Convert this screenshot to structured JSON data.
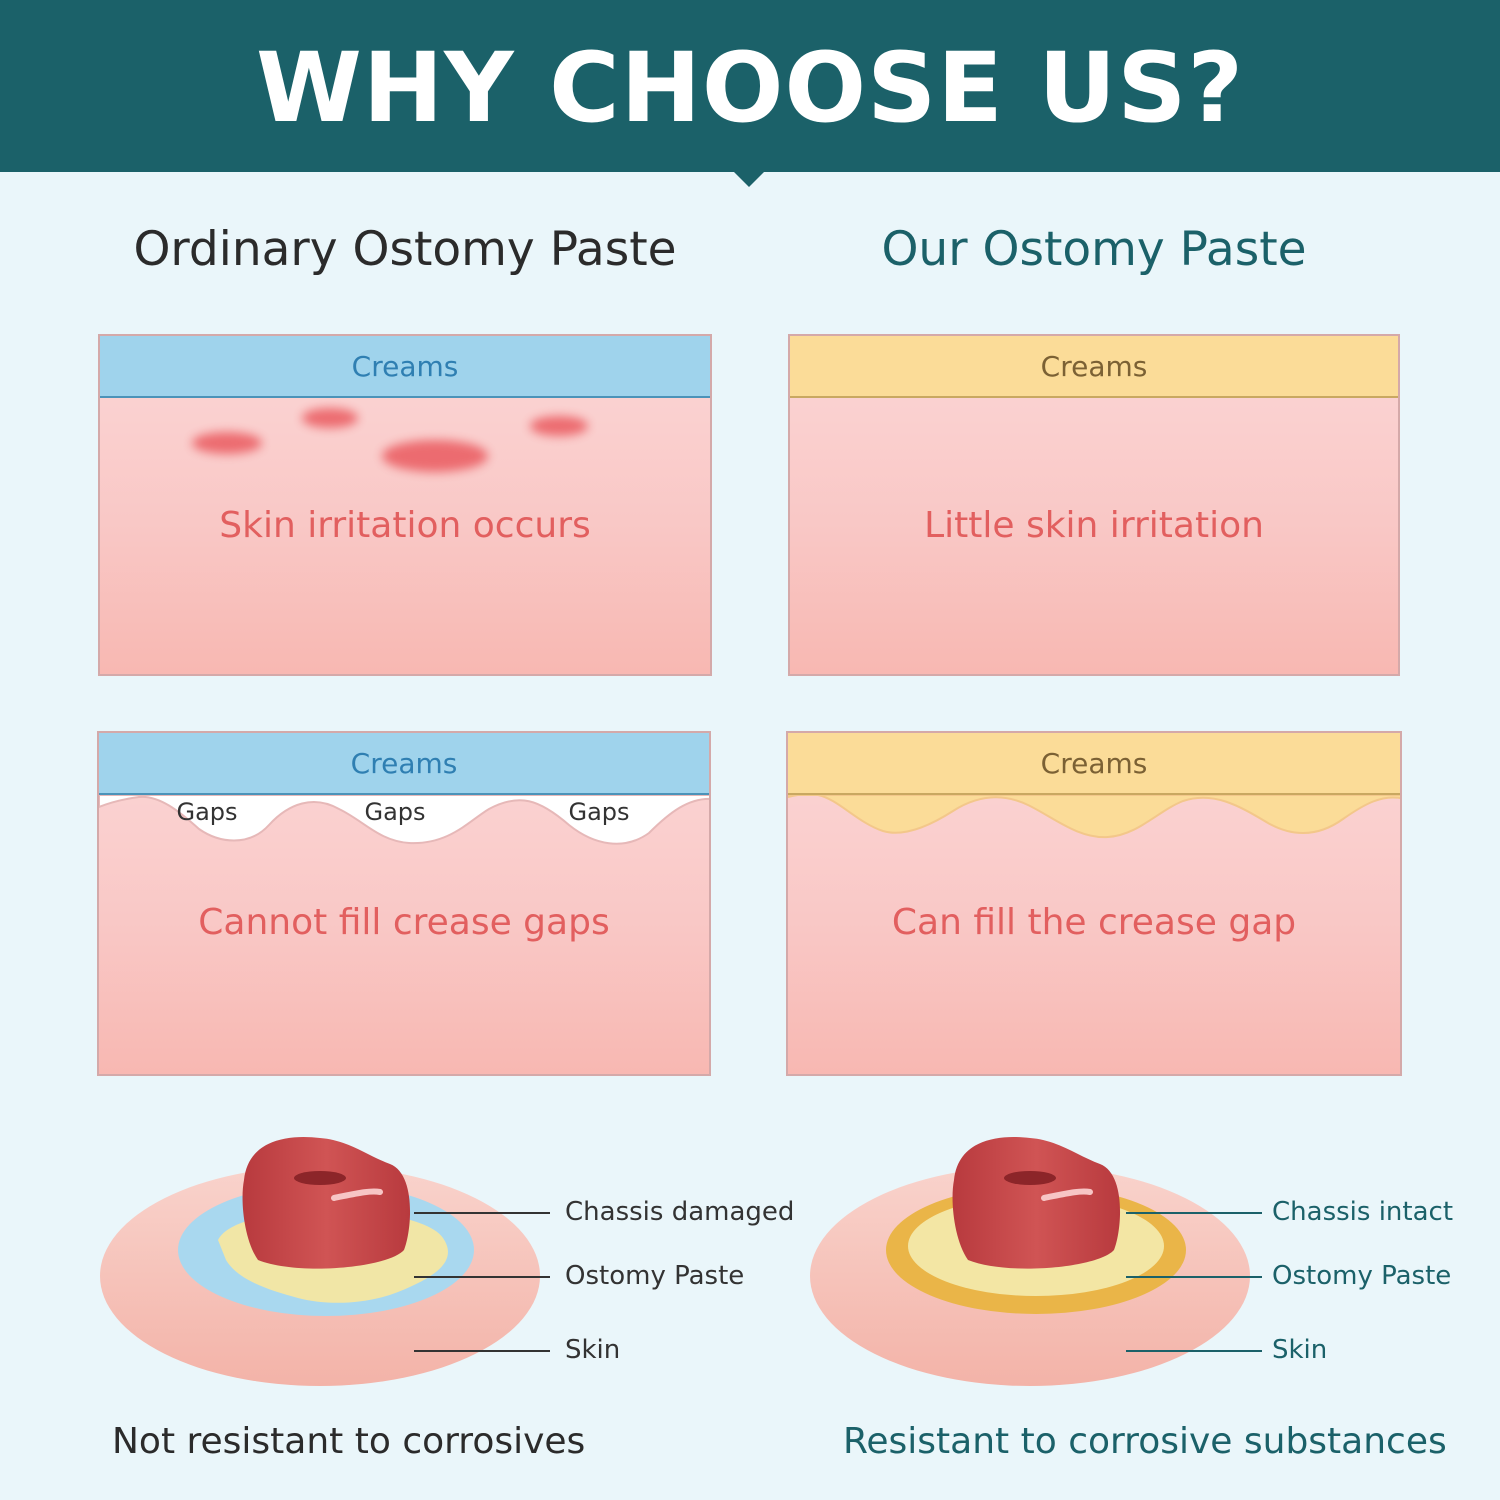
{
  "header": {
    "title": "WHY CHOOSE US?"
  },
  "columns": {
    "left_title": "Ordinary Ostomy Paste",
    "right_title": "Our Ostomy Paste"
  },
  "panels": {
    "ordinary_irritation": {
      "cream_label": "Creams",
      "caption": "Skin irritation occurs"
    },
    "ours_irritation": {
      "cream_label": "Creams",
      "caption": "Little skin irritation"
    },
    "ordinary_gaps": {
      "cream_label": "Creams",
      "gap_labels": [
        "Gaps",
        "Gaps",
        "Gaps"
      ],
      "caption": "Cannot fill crease gaps"
    },
    "ours_gaps": {
      "cream_label": "Creams",
      "caption": "Can fill the crease gap"
    }
  },
  "diagrams": {
    "ordinary": {
      "labels": [
        "Chassis damaged",
        "Ostomy Paste",
        "Skin"
      ],
      "caption": "Not resistant to corrosives"
    },
    "ours": {
      "labels": [
        "Chassis intact",
        "Ostomy Paste",
        "Skin"
      ],
      "caption": "Resistant to corrosive substances"
    }
  },
  "colors": {
    "header": "#1b6169",
    "background": "#eaf6fa",
    "cream_blue": "#9fd3ec",
    "cream_yellow": "#fbdc98",
    "skin_pink": "#f9c8c6",
    "irritation_red": "#e25f5f",
    "stoma_red": "#c9484a"
  }
}
